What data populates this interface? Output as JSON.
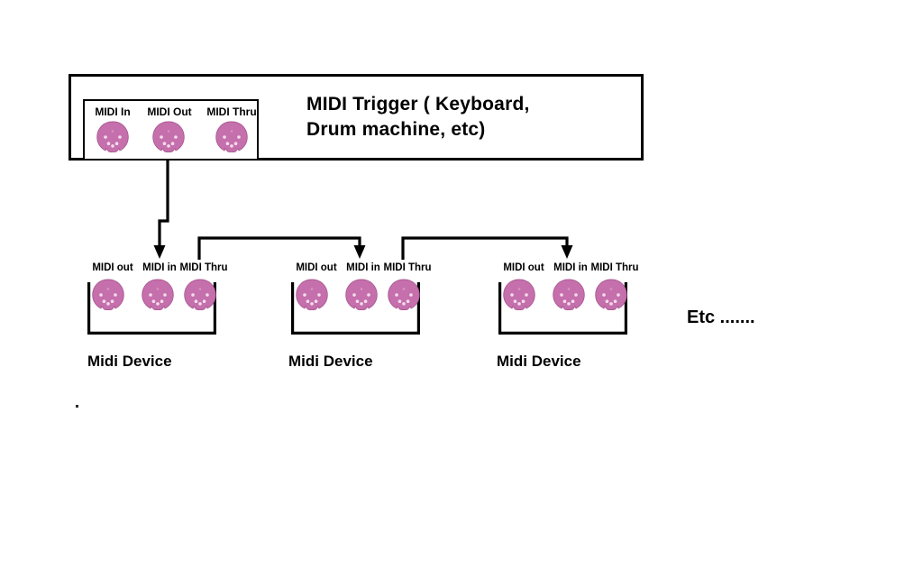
{
  "diagram": {
    "title": "MIDI chain / daisy-chain wiring diagram",
    "background_color": "#ffffff",
    "line_color": "#000000",
    "connector_color": "#c56fad"
  },
  "trigger": {
    "title_line1": "MIDI Trigger ( Keyboard,",
    "title_line2": "Drum machine, etc)",
    "jacks": [
      {
        "label": "MIDI In",
        "icon": "midi-din-connector-icon"
      },
      {
        "label": "MIDI Out",
        "icon": "midi-din-connector-icon"
      },
      {
        "label": "MIDI Thru",
        "icon": "midi-din-connector-icon"
      }
    ]
  },
  "devices": [
    {
      "caption": "Midi Device",
      "jacks": [
        {
          "label": "MIDI out",
          "icon": "midi-din-connector-icon"
        },
        {
          "label": "MIDI  in",
          "icon": "midi-din-connector-icon"
        },
        {
          "label": "MIDI Thru",
          "icon": "midi-din-connector-icon"
        }
      ]
    },
    {
      "caption": "Midi Device",
      "jacks": [
        {
          "label": "MIDI out",
          "icon": "midi-din-connector-icon"
        },
        {
          "label": "MIDI  in",
          "icon": "midi-din-connector-icon"
        },
        {
          "label": "MIDI Thru",
          "icon": "midi-din-connector-icon"
        }
      ]
    },
    {
      "caption": "Midi Device",
      "jacks": [
        {
          "label": "MIDI out",
          "icon": "midi-din-connector-icon"
        },
        {
          "label": "MIDI  in",
          "icon": "midi-din-connector-icon"
        },
        {
          "label": "MIDI Thru",
          "icon": "midi-din-connector-icon"
        }
      ]
    }
  ],
  "etc": {
    "label": "Etc ......."
  },
  "stray_mark": {
    "label": "."
  }
}
